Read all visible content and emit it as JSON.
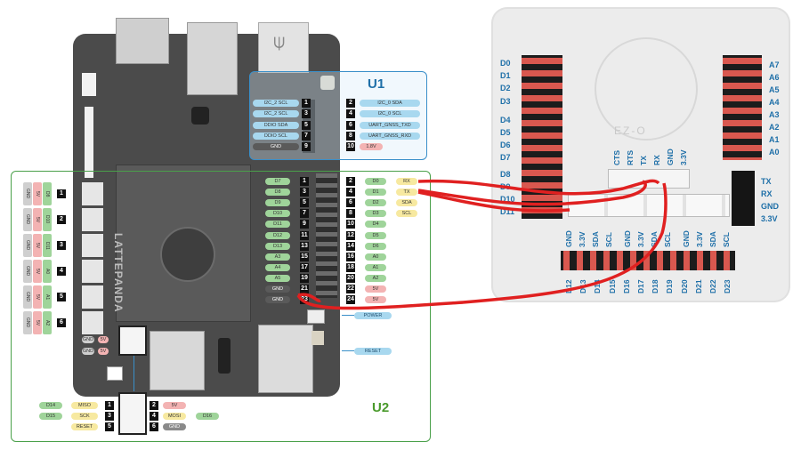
{
  "labels": {
    "u1": "U1",
    "u2": "U2",
    "power": "POWER",
    "reset": "RESET",
    "brand": "LATTEPANDA",
    "board_mark": "EZ-O"
  },
  "u1_pins_left": [
    {
      "label": "I2C_2 SCL",
      "num": "1"
    },
    {
      "label": "I2C_2 SCL",
      "num": "3"
    },
    {
      "label": "DDIO SDA",
      "num": "5"
    },
    {
      "label": "DDIO SCL",
      "num": "7"
    },
    {
      "label": "GND",
      "num": "9"
    }
  ],
  "u1_pins_right": [
    {
      "label": "I2C_0 SDA",
      "num": "2"
    },
    {
      "label": "I2C_0 SCL",
      "num": "4"
    },
    {
      "label": "UART_GNSS_TXD",
      "num": "6"
    },
    {
      "label": "UART_GNSS_RXD",
      "num": "8"
    },
    {
      "label": "1.8V",
      "num": "10"
    }
  ],
  "u2_pins_left": [
    {
      "label": "D7",
      "num": "1"
    },
    {
      "label": "D8",
      "num": "3"
    },
    {
      "label": "D9",
      "num": "5"
    },
    {
      "label": "D10",
      "num": "7"
    },
    {
      "label": "D11",
      "num": "9"
    },
    {
      "label": "D12",
      "num": "11"
    },
    {
      "label": "D13",
      "num": "13"
    },
    {
      "label": "A3",
      "num": "15"
    },
    {
      "label": "A4",
      "num": "17"
    },
    {
      "label": "A5",
      "num": "19"
    },
    {
      "label": "GND",
      "num": "21"
    },
    {
      "label": "GND",
      "num": "23"
    }
  ],
  "u2_pins_right": [
    {
      "num": "2",
      "a": "D0",
      "b": "RX"
    },
    {
      "num": "4",
      "a": "D1",
      "b": "TX"
    },
    {
      "num": "6",
      "a": "D2",
      "b": "SDA"
    },
    {
      "num": "8",
      "a": "D3",
      "b": "SCL"
    },
    {
      "num": "10",
      "a": "D4",
      "b": ""
    },
    {
      "num": "12",
      "a": "D5",
      "b": ""
    },
    {
      "num": "14",
      "a": "D6",
      "b": ""
    },
    {
      "num": "16",
      "a": "A0",
      "b": ""
    },
    {
      "num": "18",
      "a": "A1",
      "b": ""
    },
    {
      "num": "20",
      "a": "A2",
      "b": ""
    },
    {
      "num": "22",
      "a": "5V",
      "b": ""
    },
    {
      "num": "24",
      "a": "5V",
      "b": ""
    }
  ],
  "grove_left": [
    {
      "num": "1",
      "pins": [
        "GND",
        "5V",
        "D8"
      ]
    },
    {
      "num": "2",
      "pins": [
        "GND",
        "5V",
        "D10"
      ]
    },
    {
      "num": "3",
      "pins": [
        "GND",
        "5V",
        "D11"
      ]
    },
    {
      "num": "4",
      "pins": [
        "GND",
        "5V",
        "A0"
      ]
    },
    {
      "num": "5",
      "pins": [
        "GND",
        "5V",
        "A1"
      ]
    },
    {
      "num": "6",
      "pins": [
        "GND",
        "5V",
        "A2"
      ]
    }
  ],
  "small_header": [
    {
      "a": "GND",
      "b": "5V"
    },
    {
      "a": "GND",
      "b": "5V"
    }
  ],
  "icsp_left": [
    {
      "a": "D14",
      "b": "MISO",
      "num": "1"
    },
    {
      "a": "D15",
      "b": "SCK",
      "num": "3"
    },
    {
      "a": "",
      "b": "RESET",
      "num": "5"
    }
  ],
  "icsp_right": [
    {
      "num": "2",
      "b": "5V",
      "a": ""
    },
    {
      "num": "4",
      "b": "MOSI",
      "a": "D16"
    },
    {
      "num": "6",
      "b": "GND",
      "a": ""
    }
  ],
  "shield_left_labels": [
    "D0",
    "D1",
    "D2",
    "D3",
    "D4",
    "D5",
    "D6",
    "D7",
    "D8",
    "D9",
    "D10",
    "D11"
  ],
  "shield_right_labels": [
    "A7",
    "A6",
    "A5",
    "A4",
    "A3",
    "A2",
    "A1",
    "A0"
  ],
  "shield_uart": [
    "TX",
    "RX",
    "GND",
    "3.3V"
  ],
  "shield_serial_top": [
    "CTS",
    "RTS",
    "TX",
    "RX",
    "GND",
    "3.3V"
  ],
  "shield_bottom_digital": [
    "D12",
    "D13",
    "D14",
    "D15",
    "D16",
    "D17",
    "D18",
    "D19",
    "D20",
    "D21",
    "D22",
    "D23"
  ],
  "shield_bottom_groups": [
    [
      "GND",
      "3.3V",
      "SDA",
      "SCL"
    ],
    [
      "GND",
      "3.3V",
      "SDA",
      "SCL"
    ],
    [
      "GND",
      "3.3V",
      "SDA",
      "SCL"
    ]
  ],
  "colors": {
    "board": "#4a4a4a",
    "u1_border": "#3a8fc9",
    "u2_border": "#4aa04a",
    "wire": "#e02020",
    "label_green": "#9fd49a",
    "label_blue": "#a8d8ef",
    "label_yellow": "#f7e9a0",
    "label_red": "#f3b3b3",
    "label_gray": "#cfcfcf",
    "accent_blue": "#1e6fa8"
  }
}
